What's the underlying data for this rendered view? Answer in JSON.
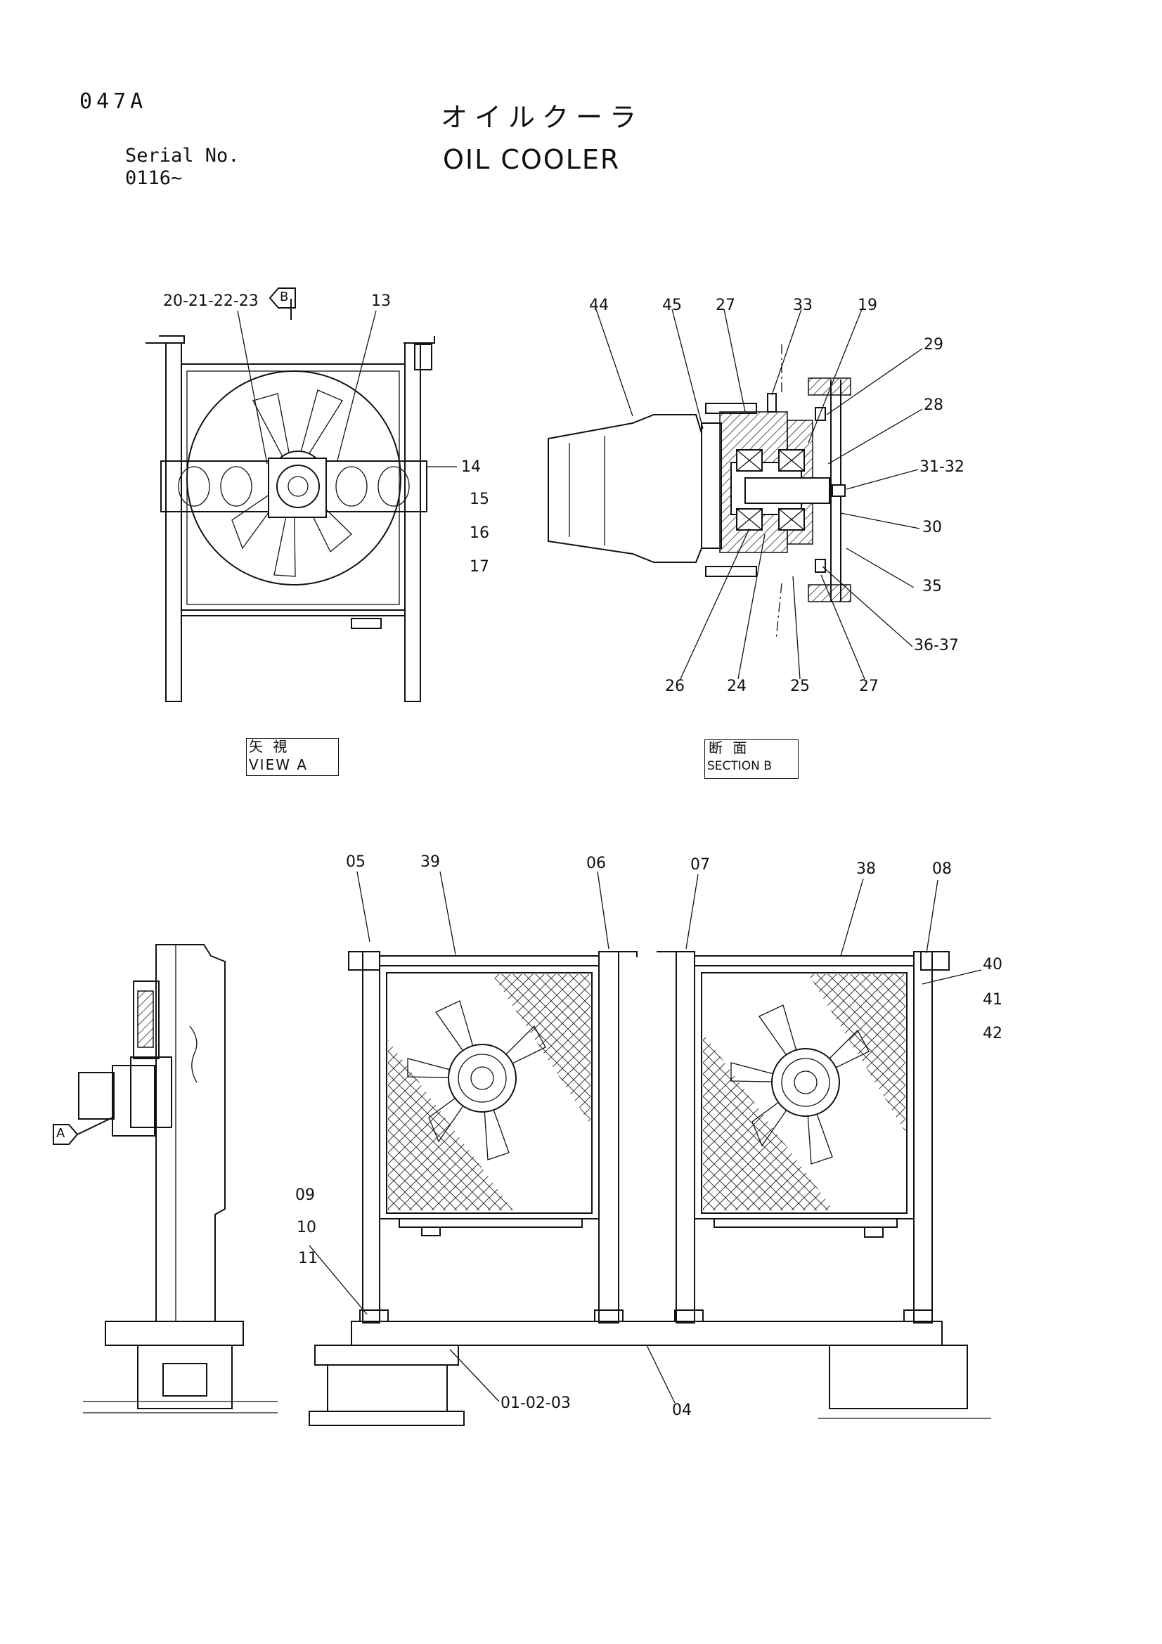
{
  "header": {
    "page_code": "047A",
    "title_jp": "オイルクーラ",
    "title_en": "OIL COOLER",
    "serial_label": "Serial No.",
    "serial_value": "0116~"
  },
  "view_a": {
    "labels": {
      "p20_23": "20-21-22-23",
      "p13": "13",
      "p14": "14",
      "p15": "15",
      "p16": "16",
      "p17": "17"
    },
    "b_marker": "B",
    "caption_jp": "矢 視",
    "caption_en": "VIEW A"
  },
  "section_b": {
    "labels": {
      "p44": "44",
      "p45": "45",
      "p27a": "27",
      "p33": "33",
      "p19": "19",
      "p29": "29",
      "p28": "28",
      "p31_32": "31-32",
      "p30": "30",
      "p35": "35",
      "p36_37": "36-37",
      "p26": "26",
      "p24": "24",
      "p25": "25",
      "p27b": "27"
    },
    "caption_jp": "断 面",
    "caption_en": "SECTION B"
  },
  "assembly": {
    "labels": {
      "p05": "05",
      "p39": "39",
      "p06": "06",
      "p07": "07",
      "p38": "38",
      "p08": "08",
      "p40": "40",
      "p41": "41",
      "p42": "42",
      "p09": "09",
      "p10": "10",
      "p11": "11",
      "p01_03": "01-02-03",
      "p04": "04"
    },
    "a_marker": "A"
  },
  "colors": {
    "ink": "#111111",
    "paper": "#ffffff"
  }
}
